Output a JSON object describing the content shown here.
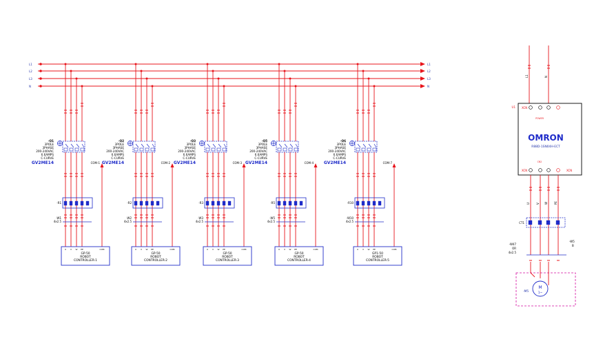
{
  "colors": {
    "power": "#e8141b",
    "box": "#1f2cc9",
    "label": "#2233aa",
    "accent": "#d40ba0",
    "text": "#000000"
  },
  "busbar": {
    "left_tags": [
      "L1",
      "L2",
      "L3",
      "N"
    ],
    "right_tags": [
      "L1",
      "L2",
      "L3",
      "N"
    ]
  },
  "groups": [
    {
      "breaker": [
        "-Q1",
        "3POLE",
        "3PHASE",
        "200-240VAC",
        "6.6AMPS",
        "C-CURVE"
      ],
      "breaker_model": "GV2ME14",
      "com": "COM-1",
      "relay": "-R1",
      "cable": [
        "-W1",
        "4x2.5"
      ],
      "load": [
        "GP-50",
        "ROBOT",
        "CONTROLLER-1"
      ],
      "terms": [
        "U",
        "V",
        "W",
        "PE",
        "COM"
      ]
    },
    {
      "breaker": [
        "-Q2",
        "3POLE",
        "3PHASE",
        "200-240VAC",
        "6.6AMPS",
        "C-CURVE"
      ],
      "breaker_model": "GV2ME14",
      "com": "COM-2",
      "relay": "-R2",
      "cable": [
        "-W2",
        "4x2.5"
      ],
      "load": [
        "GP-50",
        "ROBOT",
        "CONTROLLER-2"
      ],
      "terms": [
        "U",
        "V",
        "W",
        "PE",
        "COM"
      ]
    },
    {
      "breaker": [
        "-Q3",
        "3POLE",
        "3PHASE",
        "200-240VAC",
        "6.6AMPS",
        "C-CURVE"
      ],
      "breaker_model": "GV2ME14",
      "com": "COM-3",
      "relay": "-R3",
      "cable": [
        "-W3",
        "4x2.5"
      ],
      "load": [
        "GP-50",
        "ROBOT",
        "CONTROLLER-3"
      ],
      "terms": [
        "U",
        "V",
        "W",
        "PE",
        "COM"
      ]
    },
    {
      "breaker": [
        "-Q5",
        "3POLE",
        "3PHASE",
        "200-240VAC",
        "6.6AMPS",
        "C-CURVE"
      ],
      "breaker_model": "GV2ME14",
      "com": "COM-4",
      "relay": "-R5",
      "cable": [
        "-W5",
        "4x2.5"
      ],
      "load": [
        "GP-50",
        "ROBOT",
        "CONTROLLER-4"
      ],
      "terms": [
        "U",
        "V",
        "W",
        "PE",
        "COM"
      ]
    },
    {
      "breaker": [
        "-Q6",
        "3POLE",
        "3PHASE",
        "200-240VAC",
        "6.6AMPS",
        "C-CURVE"
      ],
      "breaker_model": "GV2ME14",
      "com": "COM-7",
      "relay": "-R10",
      "cable": [
        "-W10",
        "4x2.5"
      ],
      "load": [
        "GP1-50",
        "ROBOT",
        "CONTROLLER-5"
      ],
      "terms": [
        "U",
        "V",
        "W",
        "PE",
        "COM"
      ]
    }
  ],
  "panel": {
    "top_wires": [
      "L1",
      "N"
    ],
    "left_tag": "U1",
    "xcn_top": "XCN",
    "power_label": "POWER",
    "brand": "OMRON",
    "model": "R88D-1SN04H-ECT",
    "xcn_bottom": "XCN",
    "right_tag": "XCN",
    "cn2_label": "CN2",
    "out_wires": [
      "U",
      "V",
      "W",
      "PE"
    ],
    "ct_label": "CT1",
    "cable_tag": "-W47",
    "cable_or": "OR",
    "cable_size": "4x2.5",
    "right_cable": [
      "-W5",
      "B"
    ],
    "motor_tag": "-M5",
    "motor_symbol": "M",
    "motor_phase": "1~"
  }
}
